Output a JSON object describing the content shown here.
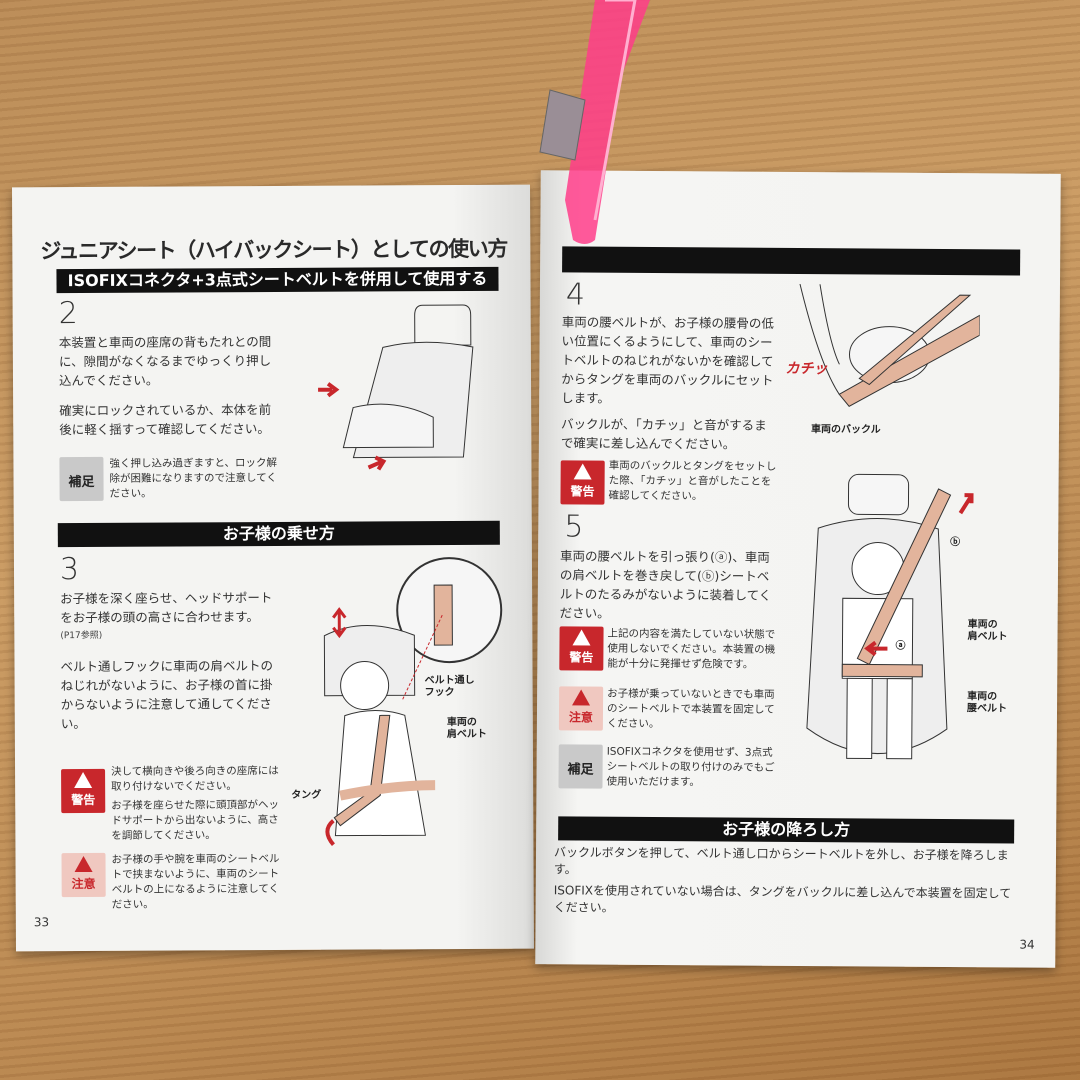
{
  "left_page": {
    "title": "ジュニアシート（ハイバックシート）としての使い方",
    "subtitle_bar": "ISOFIXコネクタ+3点式シートベルトを併用して使用する",
    "step2": {
      "number": "2",
      "para1": "本装置と車両の座席の背もたれとの間に、隙間がなくなるまでゆっくり押し込んでください。",
      "para2": "確実にロックされているか、本体を前後に軽く揺すって確認してください。",
      "note_badge": "補足",
      "note": "強く押し込み過ぎますと、ロック解除が困難になりますので注意してください。"
    },
    "section_bar": "お子様の乗せ方",
    "step3": {
      "number": "3",
      "para1": "お子様を深く座らせ、ヘッドサポートをお子様の頭の高さに合わせます。",
      "ref": "(P17参照)",
      "para2": "ベルト通しフックに車両の肩ベルトのねじれがないように、お子様の首に掛からないように注意して通してください。",
      "warning_badge": "警告",
      "warning1": "決して横向きや後ろ向きの座席には取り付けないでください。",
      "warning2": "お子様を座らせた際に頭頂部がヘッドサポートから出ないように、高さを調節してください。",
      "caution_badge": "注意",
      "caution": "お子様の手や腕を車両のシートベルトで挟まないように、車両のシートベルトの上になるように注意してください。"
    },
    "callouts": {
      "hook": "ベルト通し\nフック",
      "shoulder_belt": "車両の\n肩ベルト",
      "tongue": "タング"
    },
    "page_number": "33"
  },
  "right_page": {
    "step4": {
      "number": "4",
      "para1": "車両の腰ベルトが、お子様の腰骨の低い位置にくるようにして、車両のシートベルトのねじれがないかを確認してからタングを車両のバックルにセットします。",
      "para2": "バックルが、「カチッ」と音がするまで確実に差し込んでください。",
      "warning_badge": "警告",
      "warning": "車両のバックルとタングをセットした際、「カチッ」と音がしたことを確認してください。",
      "click_sound": "カチッ",
      "buckle_label": "車両のバックル"
    },
    "step5": {
      "number": "5",
      "para1": "車両の腰ベルトを引っ張り(ⓐ)、車両の肩ベルトを巻き戻して(ⓑ)シートベルトのたるみがないように装着してください。",
      "warning_badge": "警告",
      "warning": "上記の内容を満たしていない状態で使用しないでください。本装置の機能が十分に発揮せず危険です。",
      "caution_badge": "注意",
      "caution": "お子様が乗っていないときでも車両のシートベルトで本装置を固定してください。",
      "note_badge": "補足",
      "note": "ISOFIXコネクタを使用せず、3点式シートベルトの取り付けのみでもご使用いただけます。",
      "label_a": "ⓐ",
      "label_b": "ⓑ",
      "shoulder_belt": "車両の\n肩ベルト",
      "lap_belt": "車両の\n腰ベルト"
    },
    "section_bar": "お子様の降ろし方",
    "unload_para1": "バックルボタンを押して、ベルト通し口からシートベルトを外し、お子様を降ろします。",
    "unload_para2": "ISOFIXを使用されていない場合は、タングをバックルに差し込んで本装置を固定してください。",
    "page_number": "34"
  },
  "colors": {
    "belt": "#e2b49c",
    "warning_red": "#c8272c",
    "clip_pink": "#ff3d8a",
    "wood": "#b98a55"
  }
}
